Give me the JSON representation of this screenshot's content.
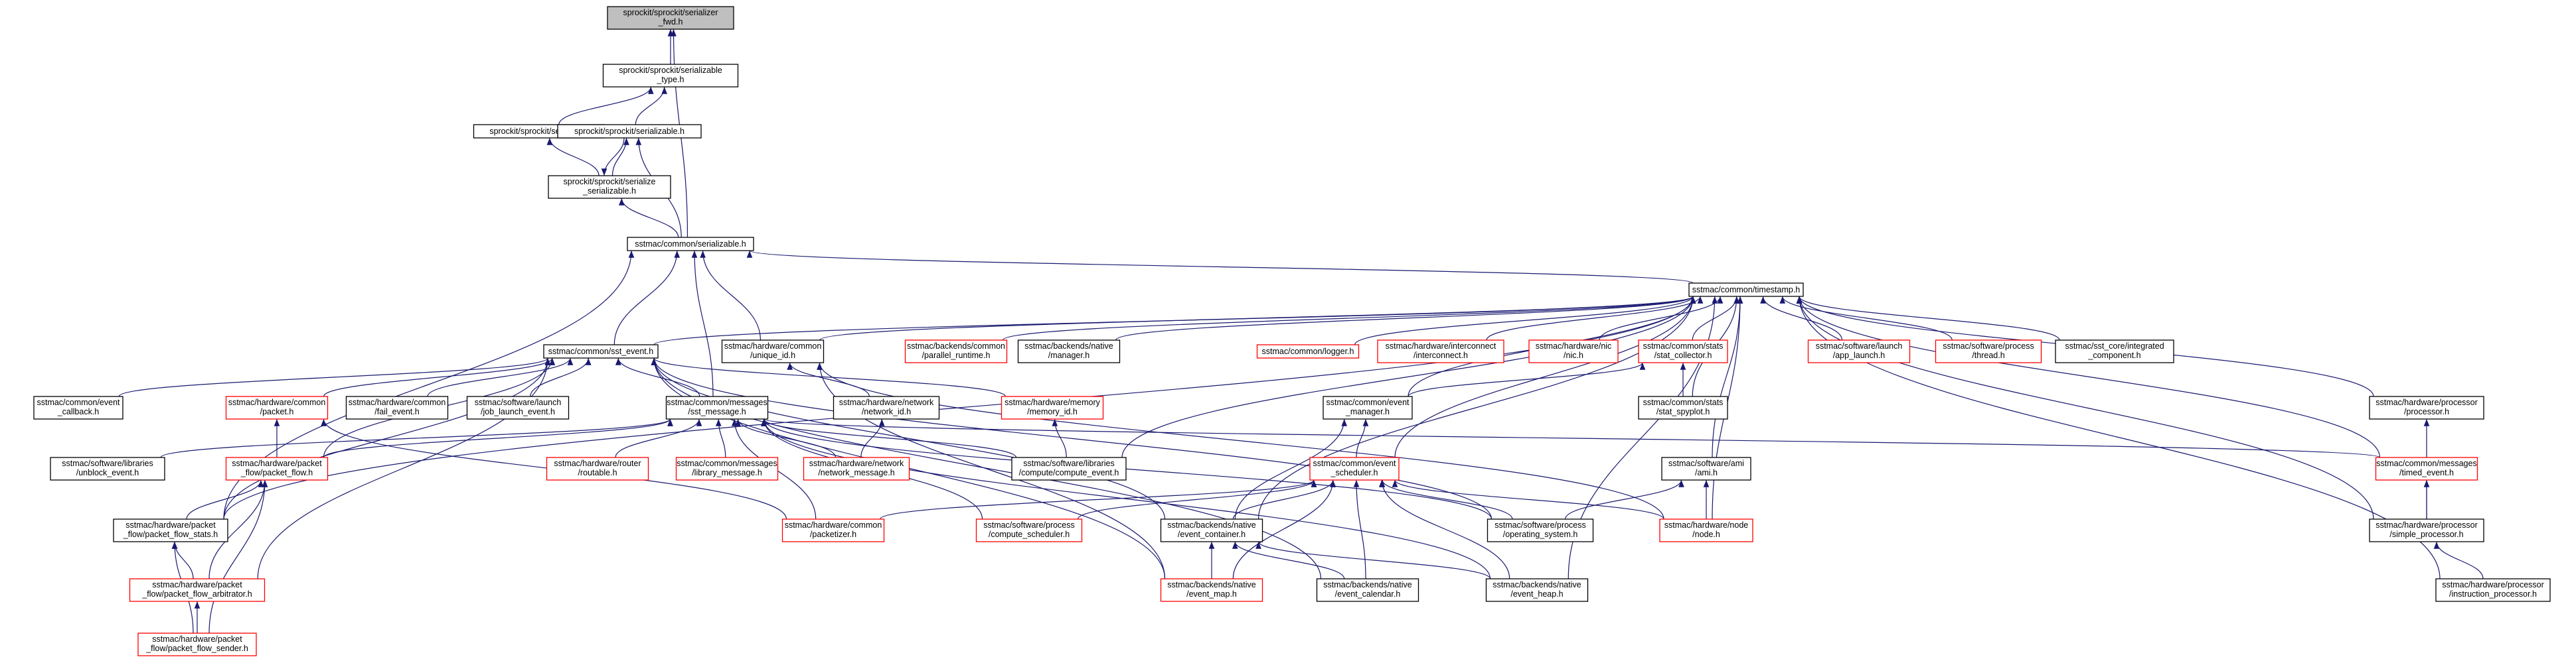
{
  "colors": {
    "root_fill": "#bfbfbf",
    "border_black": "#000000",
    "border_red": "#ff0000",
    "edge": "#191970",
    "background": "#ffffff"
  },
  "nodes": [
    {
      "id": "serializer",
      "lines": [
        "sprockit/sprockit/serializer",
        "_fwd.h"
      ],
      "border": "black",
      "root": true
    },
    {
      "id": "serializable_type",
      "lines": [
        "sprockit/sprockit/serializable",
        "_type.h"
      ],
      "border": "black"
    },
    {
      "id": "serialize",
      "lines": [
        "sprockit/sprockit/serialize.h"
      ],
      "border": "black"
    },
    {
      "id": "sprockit_serializable",
      "lines": [
        "sprockit/sprockit/serializable.h"
      ],
      "border": "black"
    },
    {
      "id": "serialize_serializable",
      "lines": [
        "sprockit/sprockit/serialize",
        "_serializable.h"
      ],
      "border": "black"
    },
    {
      "id": "common_serializable",
      "lines": [
        "sstmac/common/serializable.h"
      ],
      "border": "black"
    },
    {
      "id": "timestamp",
      "lines": [
        "sstmac/common/timestamp.h"
      ],
      "border": "black"
    },
    {
      "id": "sst_event",
      "lines": [
        "sstmac/common/sst_event.h"
      ],
      "border": "black"
    },
    {
      "id": "unique_id",
      "lines": [
        "sstmac/hardware/common",
        "/unique_id.h"
      ],
      "border": "black"
    },
    {
      "id": "parallel_runtime",
      "lines": [
        "sstmac/backends/common",
        "/parallel_runtime.h"
      ],
      "border": "red"
    },
    {
      "id": "native_manager",
      "lines": [
        "sstmac/backends/native",
        "/manager.h"
      ],
      "border": "black"
    },
    {
      "id": "logger",
      "lines": [
        "sstmac/common/logger.h"
      ],
      "border": "red"
    },
    {
      "id": "interconnect",
      "lines": [
        "sstmac/hardware/interconnect",
        "/interconnect.h"
      ],
      "border": "red"
    },
    {
      "id": "nic",
      "lines": [
        "sstmac/hardware/nic",
        "/nic.h"
      ],
      "border": "red"
    },
    {
      "id": "stat_collector",
      "lines": [
        "sstmac/common/stats",
        "/stat_collector.h"
      ],
      "border": "red"
    },
    {
      "id": "app_launch",
      "lines": [
        "sstmac/software/launch",
        "/app_launch.h"
      ],
      "border": "red"
    },
    {
      "id": "thread",
      "lines": [
        "sstmac/software/process",
        "/thread.h"
      ],
      "border": "red"
    },
    {
      "id": "integrated_component",
      "lines": [
        "sstmac/sst_core/integrated",
        "_component.h"
      ],
      "border": "black"
    },
    {
      "id": "event_callback",
      "lines": [
        "sstmac/common/event",
        "_callback.h"
      ],
      "border": "black"
    },
    {
      "id": "packet",
      "lines": [
        "sstmac/hardware/common",
        "/packet.h"
      ],
      "border": "red"
    },
    {
      "id": "fail_event",
      "lines": [
        "sstmac/hardware/common",
        "/fail_event.h"
      ],
      "border": "black"
    },
    {
      "id": "job_launch_event",
      "lines": [
        "sstmac/software/launch",
        "/job_launch_event.h"
      ],
      "border": "black"
    },
    {
      "id": "sst_message",
      "lines": [
        "sstmac/common/messages",
        "/sst_message.h"
      ],
      "border": "black"
    },
    {
      "id": "network_id",
      "lines": [
        "sstmac/hardware/network",
        "/network_id.h"
      ],
      "border": "black"
    },
    {
      "id": "memory_id",
      "lines": [
        "sstmac/hardware/memory",
        "/memory_id.h"
      ],
      "border": "red"
    },
    {
      "id": "event_manager",
      "lines": [
        "sstmac/common/event",
        "_manager.h"
      ],
      "border": "black"
    },
    {
      "id": "stat_spyplot",
      "lines": [
        "sstmac/common/stats",
        "/stat_spyplot.h"
      ],
      "border": "black"
    },
    {
      "id": "processor",
      "lines": [
        "sstmac/hardware/processor",
        "/processor.h"
      ],
      "border": "black"
    },
    {
      "id": "unblock_event",
      "lines": [
        "sstmac/software/libraries",
        "/unblock_event.h"
      ],
      "border": "black"
    },
    {
      "id": "packet_flow",
      "lines": [
        "sstmac/hardware/packet",
        "_flow/packet_flow.h"
      ],
      "border": "red"
    },
    {
      "id": "routable",
      "lines": [
        "sstmac/hardware/router",
        "/routable.h"
      ],
      "border": "red"
    },
    {
      "id": "library_message",
      "lines": [
        "sstmac/common/messages",
        "/library_message.h"
      ],
      "border": "red"
    },
    {
      "id": "network_message",
      "lines": [
        "sstmac/hardware/network",
        "/network_message.h"
      ],
      "border": "red"
    },
    {
      "id": "compute_event",
      "lines": [
        "sstmac/software/libraries",
        "/compute/compute_event.h"
      ],
      "border": "black"
    },
    {
      "id": "event_scheduler",
      "lines": [
        "sstmac/common/event",
        "_scheduler.h"
      ],
      "border": "red"
    },
    {
      "id": "ami",
      "lines": [
        "sstmac/software/ami",
        "/ami.h"
      ],
      "border": "black"
    },
    {
      "id": "timed_event",
      "lines": [
        "sstmac/common/messages",
        "/timed_event.h"
      ],
      "border": "red"
    },
    {
      "id": "packet_flow_stats",
      "lines": [
        "sstmac/hardware/packet",
        "_flow/packet_flow_stats.h"
      ],
      "border": "black"
    },
    {
      "id": "packetizer",
      "lines": [
        "sstmac/hardware/common",
        "/packetizer.h"
      ],
      "border": "red"
    },
    {
      "id": "compute_scheduler",
      "lines": [
        "sstmac/software/process",
        "/compute_scheduler.h"
      ],
      "border": "red"
    },
    {
      "id": "event_container",
      "lines": [
        "sstmac/backends/native",
        "/event_container.h"
      ],
      "border": "black"
    },
    {
      "id": "operating_system",
      "lines": [
        "sstmac/software/process",
        "/operating_system.h"
      ],
      "border": "black"
    },
    {
      "id": "node",
      "lines": [
        "sstmac/hardware/node",
        "/node.h"
      ],
      "border": "red"
    },
    {
      "id": "simple_processor",
      "lines": [
        "sstmac/hardware/processor",
        "/simple_processor.h"
      ],
      "border": "black"
    },
    {
      "id": "packet_flow_arbitrator",
      "lines": [
        "sstmac/hardware/packet",
        "_flow/packet_flow_arbitrator.h"
      ],
      "border": "red"
    },
    {
      "id": "event_map",
      "lines": [
        "sstmac/backends/native",
        "/event_map.h"
      ],
      "border": "red"
    },
    {
      "id": "event_calendar",
      "lines": [
        "sstmac/backends/native",
        "/event_calendar.h"
      ],
      "border": "black"
    },
    {
      "id": "event_heap",
      "lines": [
        "sstmac/backends/native",
        "/event_heap.h"
      ],
      "border": "black"
    },
    {
      "id": "instruction_processor",
      "lines": [
        "sstmac/hardware/processor",
        "/instruction_processor.h"
      ],
      "border": "black"
    },
    {
      "id": "packet_flow_sender",
      "lines": [
        "sstmac/hardware/packet",
        "_flow/packet_flow_sender.h"
      ],
      "border": "red"
    }
  ],
  "edges": [
    [
      "serializable_type",
      "serializer"
    ],
    [
      "common_serializable",
      "serializer"
    ],
    [
      "serialize",
      "serializable_type"
    ],
    [
      "sprockit_serializable",
      "serializable_type"
    ],
    [
      "serialize_serializable",
      "serialize"
    ],
    [
      "serialize_serializable",
      "sprockit_serializable"
    ],
    [
      "sprockit_serializable",
      "serialize_serializable"
    ],
    [
      "common_serializable",
      "sprockit_serializable"
    ],
    [
      "common_serializable",
      "serialize_serializable"
    ],
    [
      "timestamp",
      "common_serializable"
    ],
    [
      "sst_event",
      "common_serializable"
    ],
    [
      "unique_id",
      "common_serializable"
    ],
    [
      "sst_message",
      "common_serializable"
    ],
    [
      "packet_flow_stats",
      "common_serializable"
    ],
    [
      "sst_event",
      "timestamp"
    ],
    [
      "unique_id",
      "timestamp"
    ],
    [
      "parallel_runtime",
      "timestamp"
    ],
    [
      "native_manager",
      "timestamp"
    ],
    [
      "logger",
      "timestamp"
    ],
    [
      "interconnect",
      "timestamp"
    ],
    [
      "nic",
      "timestamp"
    ],
    [
      "stat_collector",
      "timestamp"
    ],
    [
      "app_launch",
      "timestamp"
    ],
    [
      "thread",
      "timestamp"
    ],
    [
      "integrated_component",
      "timestamp"
    ],
    [
      "event_manager",
      "timestamp"
    ],
    [
      "stat_spyplot",
      "timestamp"
    ],
    [
      "processor",
      "timestamp"
    ],
    [
      "event_scheduler",
      "timestamp"
    ],
    [
      "ami",
      "timestamp"
    ],
    [
      "timed_event",
      "timestamp"
    ],
    [
      "compute_event",
      "timestamp"
    ],
    [
      "event_container",
      "timestamp"
    ],
    [
      "simple_processor",
      "timestamp"
    ],
    [
      "instruction_processor",
      "timestamp"
    ],
    [
      "node",
      "timestamp"
    ],
    [
      "event_heap",
      "timestamp"
    ],
    [
      "packet_flow_stats",
      "timestamp"
    ],
    [
      "event_callback",
      "sst_event"
    ],
    [
      "packet",
      "sst_event"
    ],
    [
      "fail_event",
      "sst_event"
    ],
    [
      "job_launch_event",
      "sst_event"
    ],
    [
      "sst_message",
      "sst_event"
    ],
    [
      "packet_flow",
      "sst_event"
    ],
    [
      "event_container",
      "sst_event"
    ],
    [
      "event_map",
      "sst_event"
    ],
    [
      "event_calendar",
      "sst_event"
    ],
    [
      "packet_flow_stats",
      "sst_event"
    ],
    [
      "packet_flow_arbitrator",
      "sst_event"
    ],
    [
      "memory_id",
      "sst_event"
    ],
    [
      "operating_system",
      "sst_event"
    ],
    [
      "network_id",
      "unique_id"
    ],
    [
      "event_map",
      "unique_id"
    ],
    [
      "node",
      "unique_id"
    ],
    [
      "event_manager",
      "stat_collector"
    ],
    [
      "stat_spyplot",
      "stat_collector"
    ],
    [
      "event_scheduler",
      "event_manager"
    ],
    [
      "event_container",
      "event_manager"
    ],
    [
      "simple_processor",
      "processor"
    ],
    [
      "unblock_event",
      "sst_message"
    ],
    [
      "packet_flow",
      "sst_message"
    ],
    [
      "routable",
      "sst_message"
    ],
    [
      "library_message",
      "sst_message"
    ],
    [
      "network_message",
      "sst_message"
    ],
    [
      "compute_event",
      "sst_message"
    ],
    [
      "timed_event",
      "sst_message"
    ],
    [
      "packetizer",
      "sst_message"
    ],
    [
      "compute_scheduler",
      "sst_message"
    ],
    [
      "operating_system",
      "sst_message"
    ],
    [
      "event_heap",
      "sst_message"
    ],
    [
      "network_message",
      "network_id"
    ],
    [
      "compute_event",
      "memory_id"
    ],
    [
      "packet_flow",
      "packet"
    ],
    [
      "packetizer",
      "packet"
    ],
    [
      "packet_flow_stats",
      "packet_flow"
    ],
    [
      "packet_flow_arbitrator",
      "packet_flow"
    ],
    [
      "packet_flow_sender",
      "packet_flow"
    ],
    [
      "packetizer",
      "event_scheduler"
    ],
    [
      "compute_scheduler",
      "event_scheduler"
    ],
    [
      "event_container",
      "event_scheduler"
    ],
    [
      "operating_system",
      "event_scheduler"
    ],
    [
      "node",
      "event_scheduler"
    ],
    [
      "event_map",
      "event_scheduler"
    ],
    [
      "event_calendar",
      "event_scheduler"
    ],
    [
      "event_heap",
      "event_scheduler"
    ],
    [
      "operating_system",
      "ami"
    ],
    [
      "node",
      "ami"
    ],
    [
      "simple_processor",
      "timed_event"
    ],
    [
      "packet_flow_arbitrator",
      "packet_flow_stats"
    ],
    [
      "packet_flow_sender",
      "packet_flow_stats"
    ],
    [
      "event_map",
      "event_container"
    ],
    [
      "event_calendar",
      "event_container"
    ],
    [
      "event_heap",
      "event_container"
    ],
    [
      "instruction_processor",
      "simple_processor"
    ],
    [
      "packet_flow_sender",
      "packet_flow_arbitrator"
    ]
  ]
}
